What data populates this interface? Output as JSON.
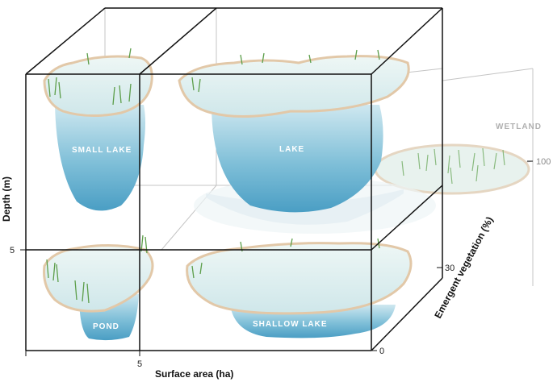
{
  "axes": {
    "x_title": "Surface area (ha)",
    "y_title": "Depth (m)",
    "z_title": "Emergent vegetation (%)",
    "x_tick": "5",
    "y_tick": "5",
    "z_ticks": [
      "0",
      "30",
      "100"
    ]
  },
  "water_bodies": {
    "small_lake": "SMALL LAKE",
    "lake": "LAKE",
    "pond": "POND",
    "shallow_lake": "SHALLOW LAKE",
    "wetland": "WETLAND"
  },
  "colors": {
    "water_deep": "#4a9ec4",
    "water_light": "#d9ecf2",
    "vegetation": "#5c9e4a",
    "shore": "#e8d2b8",
    "frame": "#111111",
    "grey_grid": "#bdbdbd"
  }
}
